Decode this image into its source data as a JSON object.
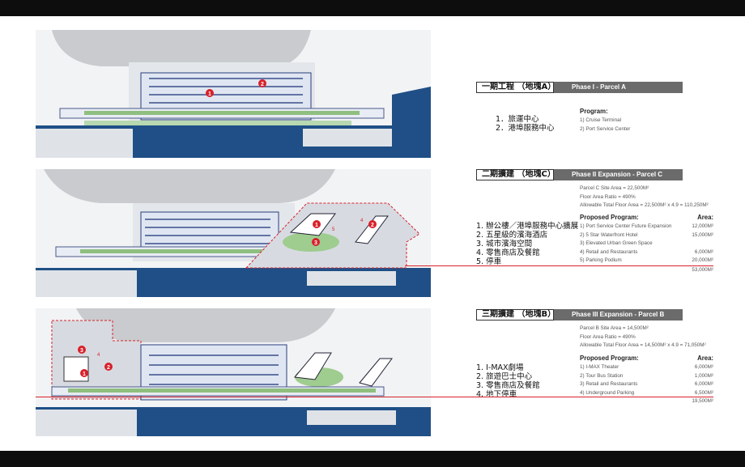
{
  "phases": [
    {
      "title_zh": "一期工程 （地塊A）",
      "title_en": "Phase I  -  Parcel A",
      "items_zh": [
        "1．旅運中心",
        "2．港埠服務中心"
      ],
      "program_label": "Program:",
      "program": [
        "1) Cruise Terminal",
        "2) Port Service Center"
      ],
      "markers": [
        "1",
        "2"
      ]
    },
    {
      "title_zh": "二期擴建 （地塊C）",
      "title_en": "Phase II Expansion - Parcel C",
      "info": [
        "Parcel C Site Area = 22,500M²",
        "Floor Area Ratio = 490%",
        "Allowable Total Floor Area = 22,500M² x 4.9 = 110,250M²"
      ],
      "items_zh": [
        "1. 辦公樓／港埠服務中心擴展",
        "2. 五星級的濱海酒店",
        "3. 城市濱海空間",
        "4. 零售商店及餐館",
        "5. 停車"
      ],
      "program_label": "Proposed Program:",
      "area_label": "Area:",
      "program": [
        {
          "name": "1) Port Service Center Future Expansion",
          "area": "12,000M²"
        },
        {
          "name": "2) 5 Star Waterfront Hotel",
          "area": "15,000M²"
        },
        {
          "name": "3) Elevated Urban Green Space",
          "area": ""
        },
        {
          "name": "4) Retail and Restaurants",
          "area": "6,000M²"
        },
        {
          "name": "5) Parking Podium",
          "area": "20,000M²"
        }
      ],
      "total": "53,000M²",
      "markers": [
        "1",
        "2",
        "3",
        "4",
        "5"
      ]
    },
    {
      "title_zh": "三期擴建 （地塊B）",
      "title_en": "Phase III Expansion - Parcel B",
      "info": [
        "Parcel B Site Area = 14,500M²",
        "Floor Area Ratio = 490%",
        "Allowable Total Floor Area = 14,500M² x 4.9 = 71,050M²"
      ],
      "items_zh": [
        "1. I-MAX劇場",
        "2. 旅遊巴士中心",
        "3. 零售商店及餐館",
        "4. 地下停車"
      ],
      "program_label": "Proposed Program:",
      "area_label": "Area:",
      "program": [
        {
          "name": "1) I-MAX Theater",
          "area": "6,000M²"
        },
        {
          "name": "2) Tour Bus Station",
          "area": "1,000M²"
        },
        {
          "name": "3) Retail and Restaurants",
          "area": "6,000M²"
        },
        {
          "name": "4) Underground Parking",
          "area": "6,500M²"
        }
      ],
      "total": "19,500M²",
      "markers": [
        "1",
        "2",
        "3",
        "4"
      ]
    }
  ],
  "colors": {
    "accent": "#d8202a",
    "water": "#1f4f86",
    "header": "#6b6b6b"
  }
}
